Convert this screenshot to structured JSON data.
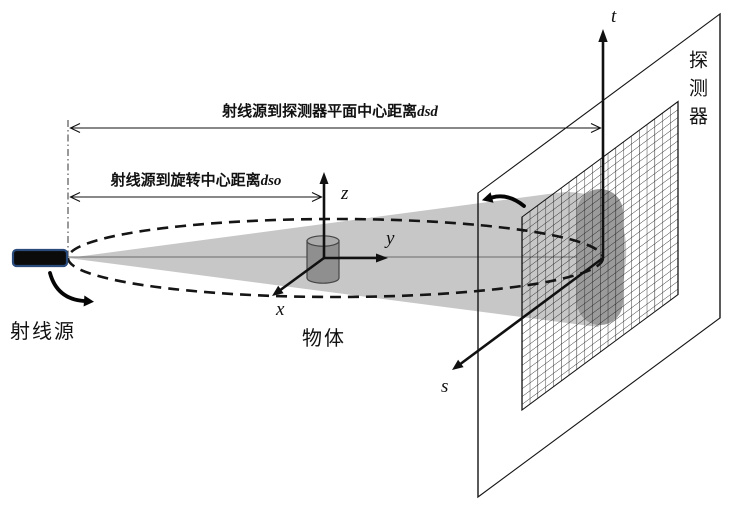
{
  "diagram": {
    "title_semantic": "cone-beam CT scanning geometry",
    "dimensions": {
      "dsd": {
        "text": "射线源到探测器平面中心距离",
        "symbol": "dsd"
      },
      "dso": {
        "text": "射线源到旋转中心距离",
        "symbol": "dso"
      }
    },
    "labels": {
      "source": "射线源",
      "object": "物体",
      "detector": "探测器"
    },
    "axis_labels": {
      "x": "x",
      "y": "y",
      "z": "z",
      "t": "t",
      "s": "s"
    },
    "colors": {
      "beam_cone": "#c7c7c7",
      "projection_shadow": "#9b9b9b",
      "cylinder_body": "#8f8f8f",
      "cylinder_top": "#ababab",
      "source_fill": "#0b0b0b",
      "source_outline": "#2a4a7c",
      "line": "#151515"
    }
  }
}
